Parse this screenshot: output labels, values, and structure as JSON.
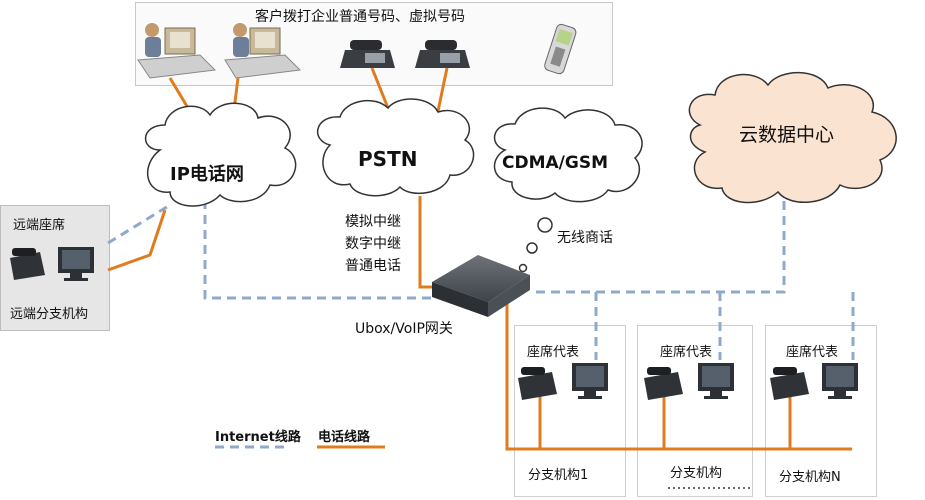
{
  "customers": {
    "title": "客户拨打企业普通号码、虚拟号码"
  },
  "clouds": {
    "ip": "IP电话网",
    "pstn": "PSTN",
    "cdma": "CDMA/GSM",
    "cloud_dc": "云数据中心"
  },
  "trunk_labels": [
    "模拟中继",
    "数字中继",
    "普通电话"
  ],
  "wireless_label": "无线商话",
  "gateway_label": "Ubox/VoIP网关",
  "remote": {
    "seat": "远端座席",
    "branch": "远端分支机构"
  },
  "branches": [
    {
      "seat": "座席代表",
      "name": "分支机构1"
    },
    {
      "seat": "座席代表",
      "name": "分支机构"
    },
    {
      "seat": "座席代表",
      "name": "分支机构N"
    }
  ],
  "legend": {
    "internet": "Internet线路",
    "phone": "电话线路"
  },
  "colors": {
    "internet_line": "#8fa9cc",
    "phone_line": "#e07b1e",
    "cloud_fill_dc": "#fbe3d1"
  }
}
